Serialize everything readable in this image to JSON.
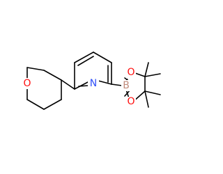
{
  "diagram": {
    "atoms": {
      "O_ring": "O",
      "N": "N",
      "B": "B",
      "O_boron_upper": "O",
      "O_boron_lower": "O"
    },
    "colors": {
      "bond": "#000000",
      "O": "#ff0d0d",
      "N": "#3050f8",
      "B": "#c08a7a"
    }
  }
}
